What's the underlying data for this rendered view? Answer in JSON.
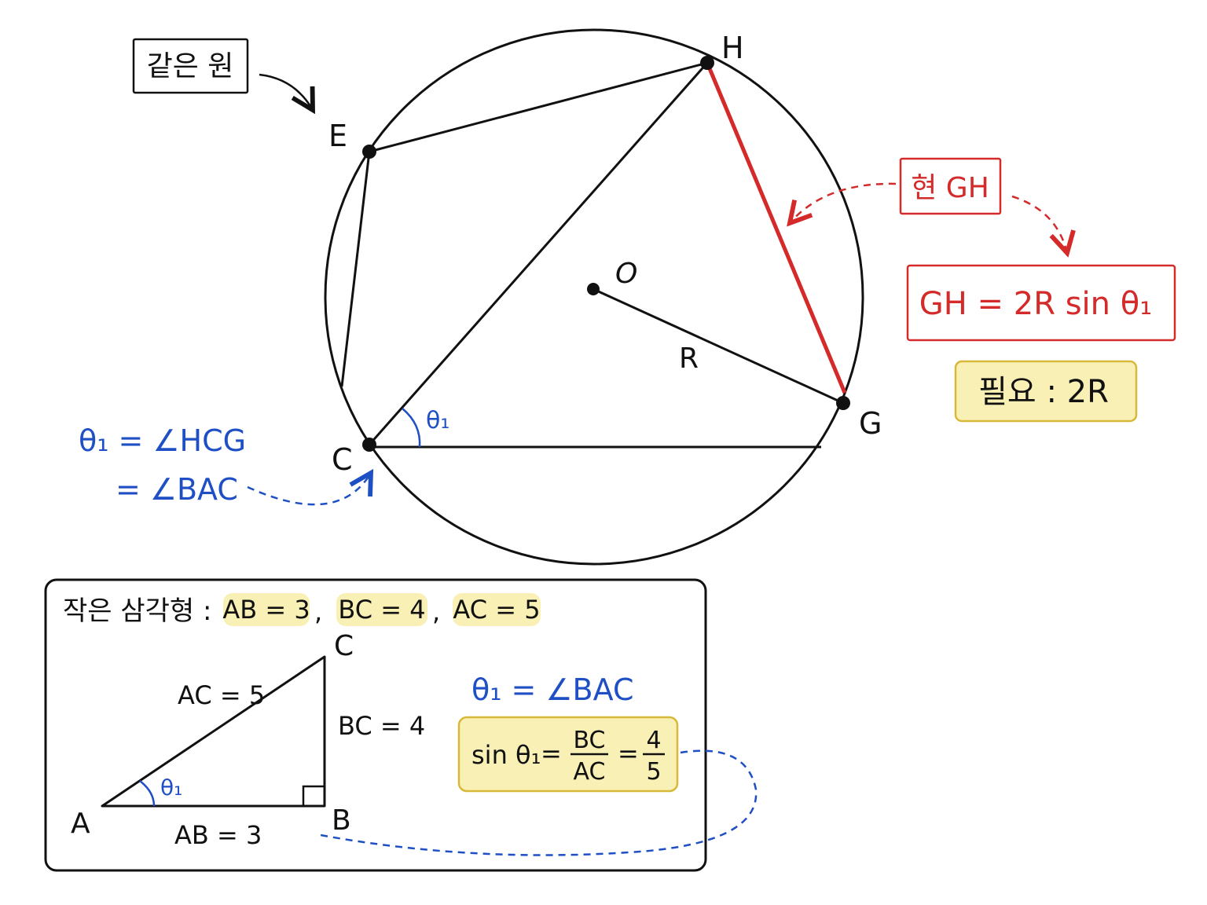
{
  "colors": {
    "ink": "#111111",
    "accent_red": "#d42a2a",
    "accent_blue": "#1f4fc4",
    "highlight_yellow": "#f9f0b6",
    "highlight_border": "#d8b838"
  },
  "circle": {
    "label_box": "같은 원",
    "points": {
      "H": "H",
      "E": "E",
      "O": "O",
      "G": "G",
      "C": "C"
    },
    "radius_label": "R",
    "angle_label": "θ₁"
  },
  "chord_note": {
    "label": "현 GH",
    "formula": "GH = 2R sin θ₁",
    "need": "필요 : 2R"
  },
  "angle_note": {
    "line1": "θ₁ = ∠HCG",
    "line2": "= ∠BAC"
  },
  "triangle_box": {
    "header_prefix": "작은 삼각형 :",
    "chips": [
      "AB = 3",
      "BC = 4",
      "AC = 5"
    ],
    "separators": [
      ",",
      ","
    ],
    "vertices": {
      "A": "A",
      "B": "B",
      "C": "C"
    },
    "side_labels": {
      "hyp": "AC = 5",
      "vert": "BC = 4",
      "base": "AB = 3"
    },
    "angle_label": "θ₁",
    "angle_eq": "θ₁ = ∠BAC",
    "sin_formula": {
      "lhs": "sin θ₁",
      "eq1": "=",
      "num1": "BC",
      "den1": "AC",
      "eq2": "=",
      "num2": "4",
      "den2": "5"
    }
  }
}
